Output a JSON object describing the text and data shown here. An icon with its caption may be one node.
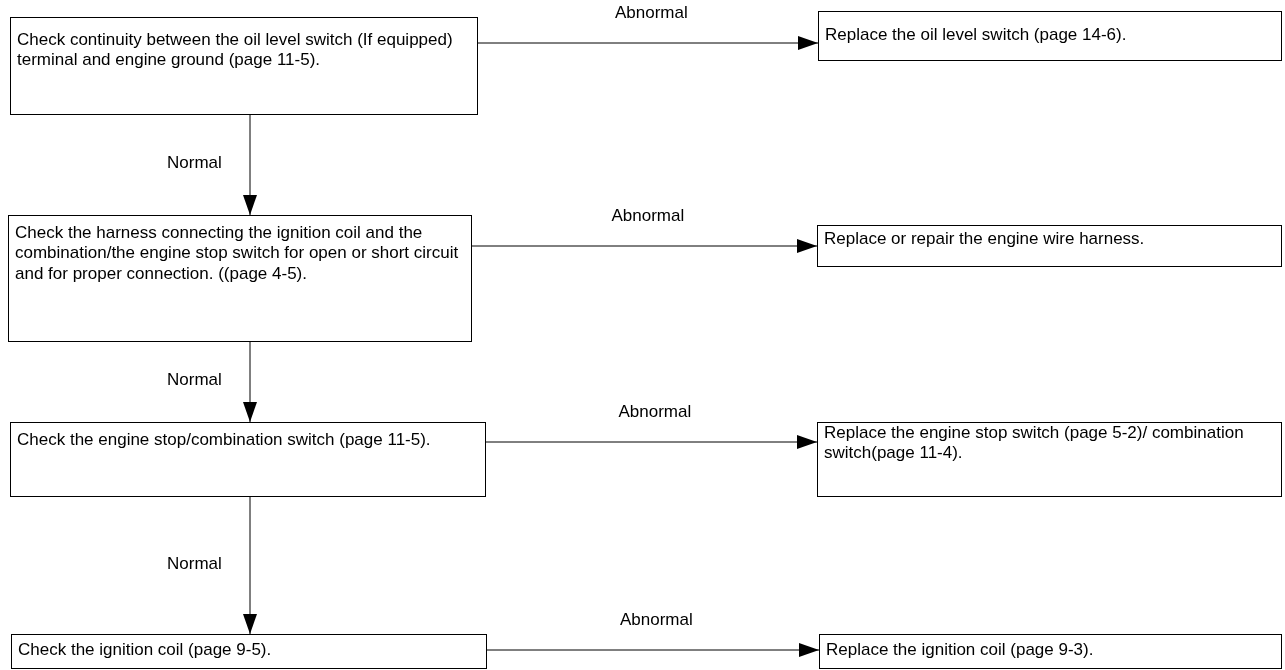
{
  "diagram": {
    "nodes": [
      {
        "text": [
          "Check continuity between the oil level switch (If equipped) terminal and engine ground (page 11-5)."
        ]
      },
      {
        "text": [
          "Replace the oil level switch (page 14-6)."
        ]
      },
      {
        "text": [
          "Check the harness connecting the ignition coil and the combination/the engine stop switch for open or short circuit and for proper connection. ((page 4-5)."
        ]
      },
      {
        "text": [
          "Replace or repair the engine wire harness."
        ]
      },
      {
        "text": [
          "Check the engine stop/combination switch (page 11-5)."
        ]
      },
      {
        "text": [
          "Replace the engine stop switch (page 5-2)/ combination switch(page 11-4)."
        ]
      },
      {
        "text": [
          "Check the ignition coil (page 9-5)."
        ]
      },
      {
        "text": [
          "Replace the ignition coil (page 9-3)."
        ]
      }
    ],
    "edges": [
      {
        "from": 0,
        "to": 1,
        "arrow": "to",
        "label": "Abnormal"
      },
      {
        "from": 0,
        "to": 2,
        "arrow": "to",
        "label": "Normal"
      },
      {
        "from": 2,
        "to": 3,
        "arrow": "to",
        "label": "Abnormal"
      },
      {
        "from": 2,
        "to": 4,
        "arrow": "to",
        "label": "Normal"
      },
      {
        "from": 4,
        "to": 5,
        "arrow": "to",
        "label": "Abnormal"
      },
      {
        "from": 4,
        "to": 6,
        "arrow": "to",
        "label": "Normal"
      },
      {
        "from": 6,
        "to": 7,
        "arrow": "to",
        "label": "Abnormal"
      }
    ]
  }
}
